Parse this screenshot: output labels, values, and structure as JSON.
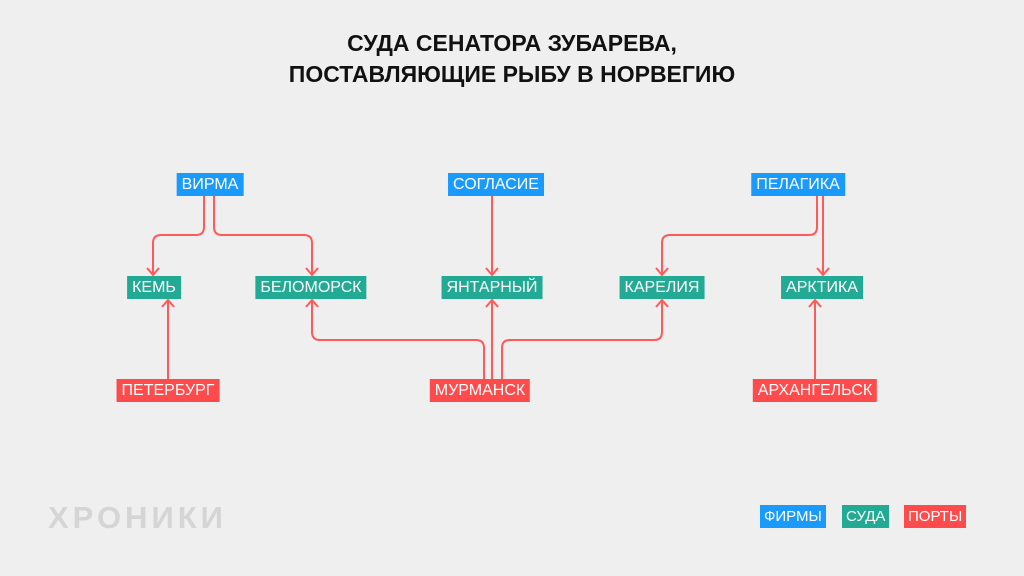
{
  "title": {
    "line1": "СУДА СЕНАТОРА ЗУБАРЕВА,",
    "line2": "ПОСТАВЛЯЮЩИЕ РЫБУ В НОРВЕГИЮ"
  },
  "firms": [
    "ВИРМА",
    "СОГЛАСИЕ",
    "ПЕЛАГИКА"
  ],
  "ships": [
    "КЕМЬ",
    "БЕЛОМОРСК",
    "ЯНТАРНЫЙ",
    "КАРЕЛИЯ",
    "АРКТИКА"
  ],
  "ports": [
    "ПЕТЕРБУРГ",
    "МУРМАНСК",
    "АРХАНГЕЛЬСК"
  ],
  "edges": [
    [
      "ВИРМА",
      "КЕМЬ"
    ],
    [
      "ВИРМА",
      "БЕЛОМОРСК"
    ],
    [
      "СОГЛАСИЕ",
      "ЯНТАРНЫЙ"
    ],
    [
      "ПЕЛАГИКА",
      "КАРЕЛИЯ"
    ],
    [
      "ПЕЛАГИКА",
      "АРКТИКА"
    ],
    [
      "ПЕТЕРБУРГ",
      "КЕМЬ"
    ],
    [
      "МУРМАНСК",
      "БЕЛОМОРСК"
    ],
    [
      "МУРМАНСК",
      "ЯНТАРНЫЙ"
    ],
    [
      "МУРМАНСК",
      "КАРЕЛИЯ"
    ],
    [
      "АРХАНГЕЛЬСК",
      "АРКТИКА"
    ]
  ],
  "legend": {
    "firms": "ФИРМЫ",
    "ships": "СУДА",
    "ports": "ПОРТЫ"
  },
  "logo": "ХРОНИКИ",
  "colors": {
    "firm": "#1a9bfc",
    "ship": "#22aa94",
    "port": "#ff4b4b",
    "line": "#ff5a5a",
    "background": "#efefef"
  }
}
